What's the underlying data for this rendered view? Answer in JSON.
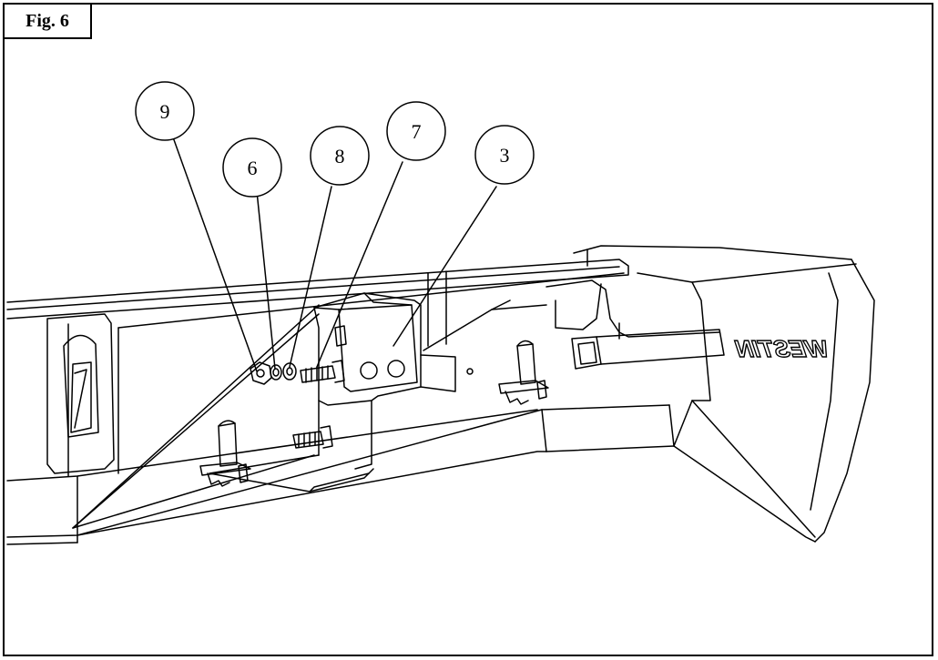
{
  "figure": {
    "label": "Fig. 6"
  },
  "callouts": [
    {
      "id": "callout-9",
      "number": "9",
      "part": "nut"
    },
    {
      "id": "callout-6",
      "number": "6",
      "part": "lock-washer"
    },
    {
      "id": "callout-8",
      "number": "8",
      "part": "flat-washer"
    },
    {
      "id": "callout-7",
      "number": "7",
      "part": "bolt"
    },
    {
      "id": "callout-3",
      "number": "3",
      "part": "mounting-bracket"
    }
  ],
  "logo": {
    "text": "WESTIN",
    "mirrored": true
  },
  "colors": {
    "line": "#000000",
    "background": "#ffffff"
  }
}
